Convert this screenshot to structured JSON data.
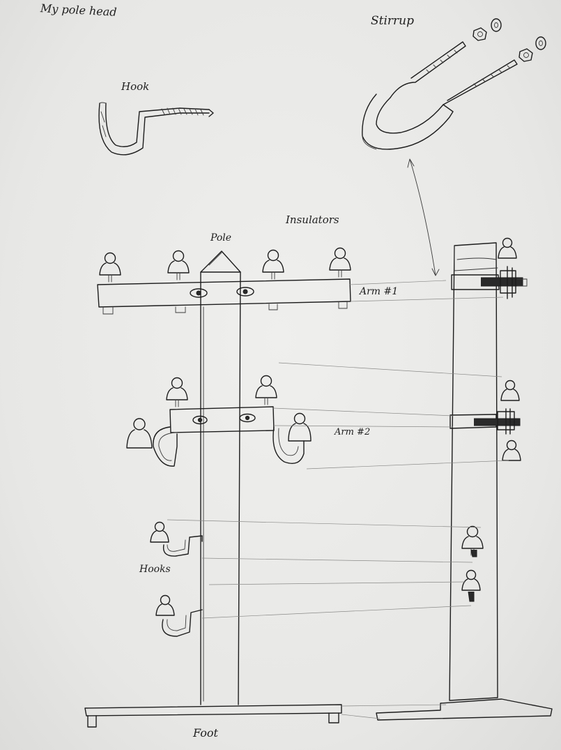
{
  "labels": {
    "page_title": "My pole head",
    "hook": "Hook",
    "stirrup": "Stirrup",
    "pole": "Pole",
    "insulators": "Insulators",
    "arm1": "Arm #1",
    "arm2": "Arm #2",
    "hooks": "Hooks",
    "foot": "Foot"
  },
  "colors": {
    "paper": "#e9e9e7",
    "ink": "#1d1d1d",
    "guide_line": "#8a8a88"
  }
}
